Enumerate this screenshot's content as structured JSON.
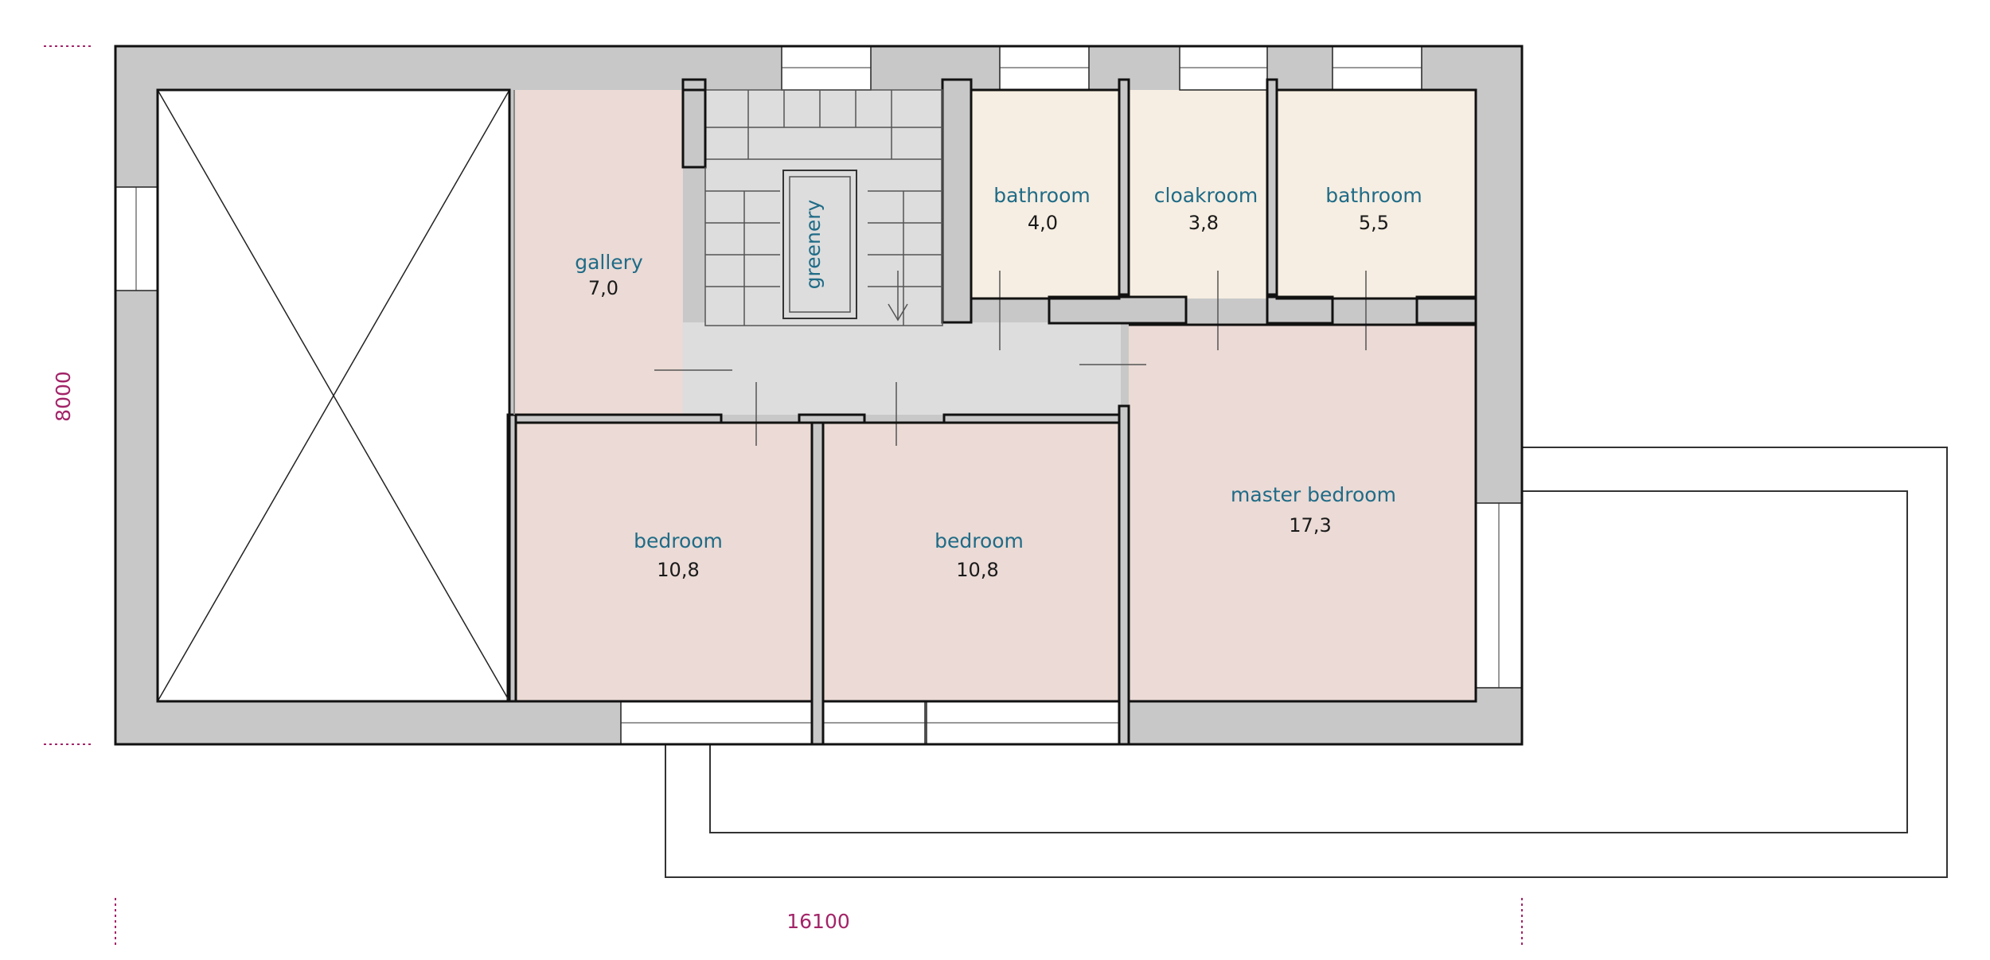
{
  "colors": {
    "wall": "#c8c8c8",
    "outline": "#111111",
    "bedroom_fill": "#ebdad5",
    "bathroom_fill": "#f6eee2",
    "hall_fill": "#dddddd",
    "label": "#1f6b87",
    "dimension": "#a32468"
  },
  "rooms": {
    "gallery": {
      "name": "gallery",
      "area": "7,0"
    },
    "greenery": {
      "name": "greenery"
    },
    "bathroom_1": {
      "name": "bathroom",
      "area": "4,0"
    },
    "cloakroom": {
      "name": "cloakroom",
      "area": "3,8"
    },
    "bathroom_2": {
      "name": "bathroom",
      "area": "5,5"
    },
    "bedroom_1": {
      "name": "bedroom",
      "area": "10,8"
    },
    "bedroom_2": {
      "name": "bedroom",
      "area": "10,8"
    },
    "master_bedroom": {
      "name": "master bedroom",
      "area": "17,3"
    }
  },
  "dimensions": {
    "height": "8000",
    "width": "16100"
  }
}
